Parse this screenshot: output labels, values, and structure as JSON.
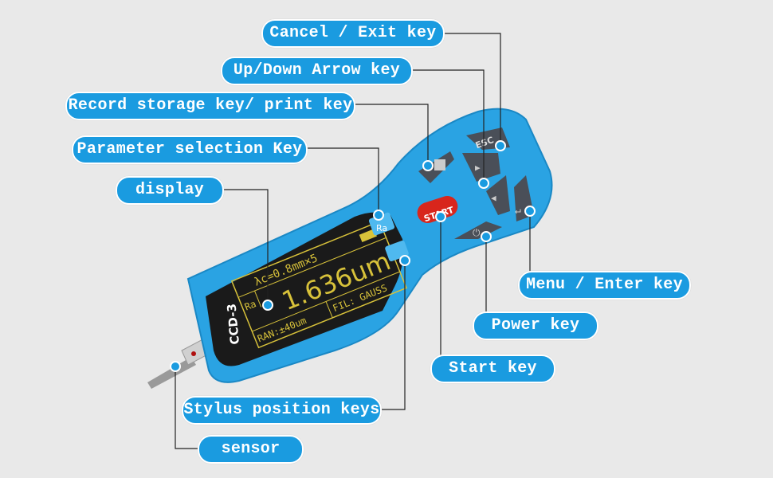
{
  "device": {
    "model": "CCD-3",
    "screen": {
      "param": "Ra",
      "cutoff": "λc=0.8mm×5",
      "value": "1.636um",
      "range": "RAN:±40um",
      "filter": "FIL: GAUSS"
    },
    "keys": {
      "esc": "ESC",
      "start": "START",
      "ra": "Ra"
    }
  },
  "labels": {
    "cancel": "Cancel / Exit key",
    "updown": "Up/Down Arrow key",
    "record": "Record storage key/ print key",
    "parameter": "Parameter selection Key",
    "display": "display",
    "menu": "Menu / Enter key",
    "power": "Power key",
    "start": "Start key",
    "stylus": "Stylus position keys",
    "sensor": "sensor"
  },
  "colors": {
    "label_bg": "#1a9be0",
    "device_body": "#2aa3e3",
    "screen_text": "#d8c23a",
    "start_key": "#d8261c"
  }
}
